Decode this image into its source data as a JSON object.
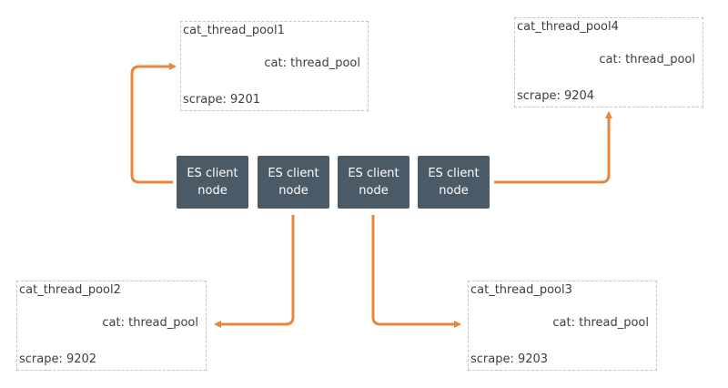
{
  "colors": {
    "link": "#e8873a",
    "node_bg": "#4a5a67",
    "box_border": "#c4c4c4"
  },
  "nodes": [
    {
      "line1": "ES client",
      "line2": "node"
    },
    {
      "line1": "ES client",
      "line2": "node"
    },
    {
      "line1": "ES client",
      "line2": "node"
    },
    {
      "line1": "ES client",
      "line2": "node"
    }
  ],
  "pools": [
    {
      "title": "cat_thread_pool1",
      "cat": "cat: thread_pool",
      "scrape": "scrape: 9201"
    },
    {
      "title": "cat_thread_pool2",
      "cat": "cat: thread_pool",
      "scrape": "scrape: 9202"
    },
    {
      "title": "cat_thread_pool3",
      "cat": "cat: thread_pool",
      "scrape": "scrape: 9203"
    },
    {
      "title": "cat_thread_pool4",
      "cat": "cat: thread_pool",
      "scrape": "scrape: 9204"
    }
  ]
}
